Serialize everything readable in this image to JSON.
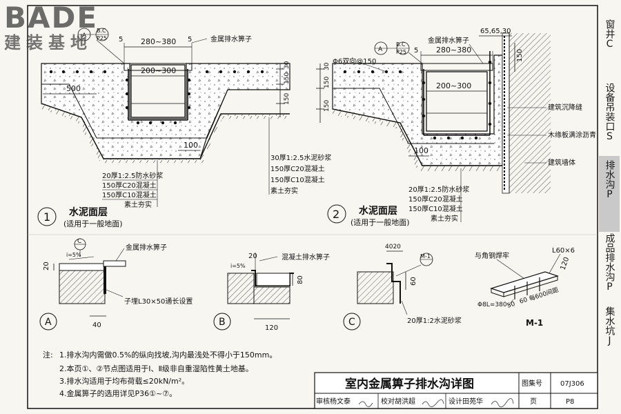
{
  "logo": {
    "brand": "BADE",
    "subtitle": "建装基地"
  },
  "side_tabs": [
    {
      "label": "窗井C",
      "highlight": false
    },
    {
      "label": "设备吊装口S",
      "highlight": false
    },
    {
      "label": "排水沟P",
      "highlight": true
    },
    {
      "label": "成品排水沟P",
      "highlight": false
    },
    {
      "label": "集水坑J",
      "highlight": false
    }
  ],
  "detail1": {
    "grate_label": "金属排水箅子",
    "dim_top": "280~380",
    "dim_inner": "200~300",
    "dim_side": "500",
    "dim_bottom": "100",
    "dim_5a": "5",
    "dim_5b": "5",
    "h1": "30",
    "h2": "150",
    "h3": "150",
    "layers_left": [
      "20厚1:2.5防水砂浆",
      "150厚C20混凝土",
      "150厚C10混凝土",
      "素土夯实"
    ],
    "layers_right": [
      "30厚1:2.5水泥砂浆",
      "150厚C20混凝土",
      "150厚C10混凝土",
      "素土夯实"
    ],
    "num": "1",
    "title": "水泥面层",
    "subtitle": "(适用于一般地面)",
    "ref_a": "A",
    "ref_bc": "B.C",
    "ref_sheet": "P25"
  },
  "detail2": {
    "grate_label": "金属排水箅子",
    "dim_top": "280~380",
    "dim_inner": "200~300",
    "dim_right": "65,65,30",
    "dim_5": "5",
    "rebar": "Φ6双向@150",
    "h_wall": "150",
    "h1": "30",
    "h2": "150",
    "h3": "150",
    "dim_bottom": "100",
    "wall_labels": [
      "建筑沉降缝",
      "木缘板满涂沥青",
      "建筑墙体"
    ],
    "layers": [
      "20厚1:2.5防水砂浆",
      "150厚C20混凝土",
      "150厚C10混凝土",
      "素土夯实"
    ],
    "num": "2",
    "title": "水泥面层",
    "subtitle": "(适用于一般地面)",
    "ref_a": "A",
    "ref_bc": "B.C",
    "ref_sheet": "P25"
  },
  "detailA": {
    "mark": "A",
    "ref": "C",
    "label": "金属排水箅子",
    "slope": "i=5%",
    "h": "20",
    "w": "40",
    "note": "子埋L30×50通长设置"
  },
  "detailB": {
    "mark": "B",
    "label": "混凝土排水箅子",
    "slope": "i=5%",
    "h1": "20",
    "h2": "80",
    "w": "120"
  },
  "detailC": {
    "mark": "C",
    "ref_top": "M-1",
    "dim_top": "4020",
    "h": "60",
    "note": "20厚1:2水泥砂浆"
  },
  "detailM": {
    "mark": "M-1",
    "weld": "与角钢焊牢",
    "angle": "L60×6",
    "h": "120",
    "bar": "Φ8L=380",
    "d1": "50",
    "d2": "60",
    "spacing": "每600间距"
  },
  "notes": {
    "head": "注:",
    "items": [
      "1.排水沟内需做0.5%的纵向找坡,沟内最浅处不得小于150mm。",
      "2.本页①、②节点图适用于Ⅰ、Ⅱ级非自重湿陷性黄土地基。",
      "3.排水沟适用于均布荷载≤20kN/m²。",
      "4.金属箅子的选用详见P36①~⑦。"
    ]
  },
  "titleblock": {
    "title": "室内金属箅子排水沟详图",
    "atlas_label": "图集号",
    "atlas_no": "07J306",
    "review": "审核杨文泰",
    "check": "校对胡洪超",
    "design": "设计田苑华",
    "page_label": "页",
    "page_no": "P8"
  }
}
